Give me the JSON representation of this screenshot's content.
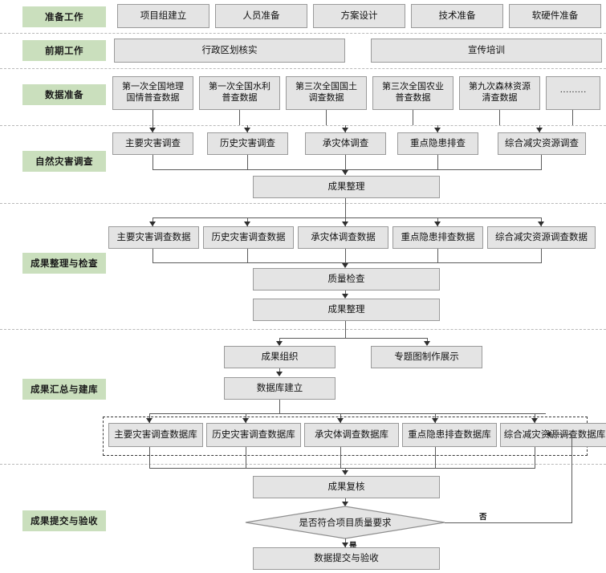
{
  "diagram": {
    "title_colors": {
      "stage_label_bg": "#cadfbd",
      "node_bg": "#e4e4e4",
      "node_border": "#9a9a9a",
      "connector": "#5b5b5b",
      "separator": "#b9b9b9"
    },
    "stages": [
      {
        "id": "prep",
        "label": "准备工作"
      },
      {
        "id": "early",
        "label": "前期工作"
      },
      {
        "id": "data",
        "label": "数据准备"
      },
      {
        "id": "survey",
        "label": "自然灾害调查"
      },
      {
        "id": "collate",
        "label": "成果整理与检查"
      },
      {
        "id": "aggregate",
        "label": "成果汇总与建库"
      },
      {
        "id": "submit",
        "label": "成果提交与验收"
      }
    ],
    "row_prep": [
      {
        "label": "项目组建立"
      },
      {
        "label": "人员准备"
      },
      {
        "label": "方案设计"
      },
      {
        "label": "技术准备"
      },
      {
        "label": "软硬件准备"
      }
    ],
    "row_early": [
      {
        "label": "行政区划核实"
      },
      {
        "label": "宣传培训"
      }
    ],
    "row_data": [
      {
        "label": "第一次全国地理\n国情普查数据"
      },
      {
        "label": "第一次全国水利\n普查数据"
      },
      {
        "label": "第三次全国国土\n调查数据"
      },
      {
        "label": "第三次全国农业\n普查数据"
      },
      {
        "label": "第九次森林资源\n清查数据"
      },
      {
        "label": "·········"
      }
    ],
    "row_survey": [
      {
        "label": "主要灾害调查"
      },
      {
        "label": "历史灾害调查"
      },
      {
        "label": "承灾体调查"
      },
      {
        "label": "重点隐患排查"
      },
      {
        "label": "综合减灾资源调查"
      }
    ],
    "survey_result": {
      "label": "成果整理"
    },
    "row_survey_data": [
      {
        "label": "主要灾害调查数据"
      },
      {
        "label": "历史灾害调查数据"
      },
      {
        "label": "承灾体调查数据"
      },
      {
        "label": "重点隐患排查数据"
      },
      {
        "label": "综合减灾资源调查数据"
      }
    ],
    "quality_check": {
      "label": "质量检查"
    },
    "collate_result": {
      "label": "成果整理"
    },
    "organize": {
      "label": "成果组织"
    },
    "thematic_map": {
      "label": "专题图制作展示"
    },
    "database_build": {
      "label": "数据库建立"
    },
    "row_databases": [
      {
        "label": "主要灾害调查数据库"
      },
      {
        "label": "历史灾害调查数据库"
      },
      {
        "label": "承灾体调查数据库"
      },
      {
        "label": "重点隐患排查数据库"
      },
      {
        "label": "综合减灾资源调查数据库"
      }
    ],
    "review": {
      "label": "成果复核"
    },
    "decision": {
      "label": "是否符合项目质量要求"
    },
    "decision_yes": {
      "label": "是"
    },
    "decision_no": {
      "label": "否"
    },
    "final": {
      "label": "数据提交与验收"
    }
  }
}
